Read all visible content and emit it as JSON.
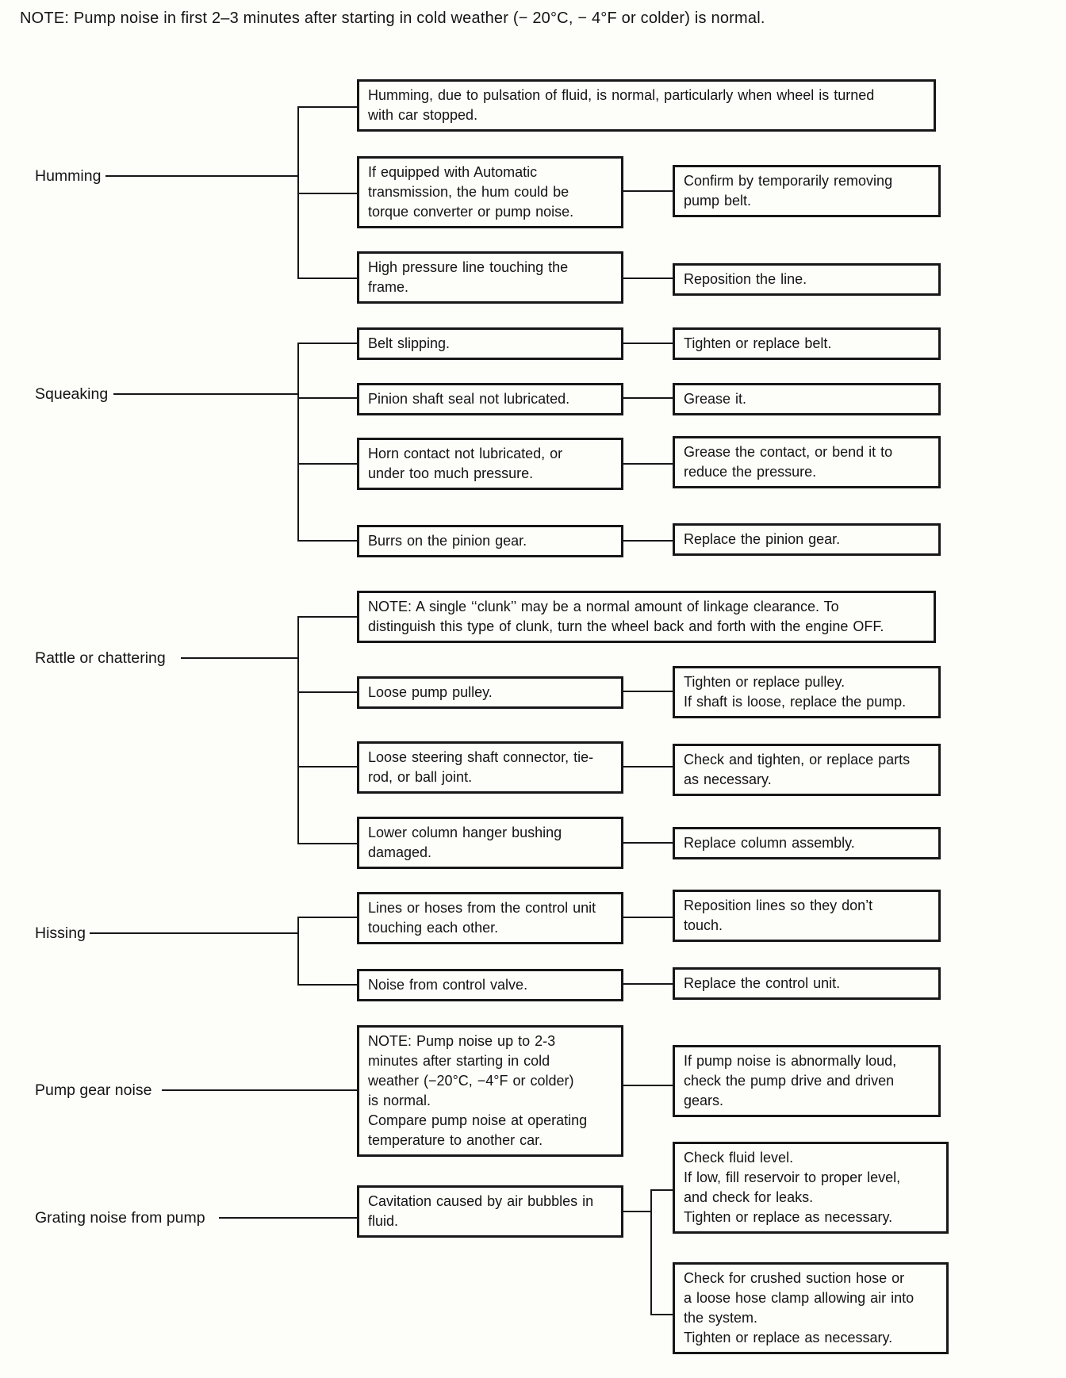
{
  "page": {
    "note": "NOTE:  Pump noise in first 2–3 minutes after starting in cold weather (− 20°C, − 4°F or colder) is normal."
  },
  "sections": [
    {
      "label": "Humming",
      "nodes": [
        {
          "cause": "Humming, due to pulsation of fluid, is normal, particularly when wheel is turned\nwith car stopped."
        },
        {
          "cause": "If equipped with Automatic\ntransmission, the hum could be\ntorque converter or pump noise.",
          "remedy": "Confirm by temporarily removing\npump belt."
        },
        {
          "cause": "High pressure line touching the\nframe.",
          "remedy": "Reposition the line."
        }
      ]
    },
    {
      "label": "Squeaking",
      "nodes": [
        {
          "cause": "Belt slipping.",
          "remedy": "Tighten or replace belt."
        },
        {
          "cause": "Pinion shaft seal not lubricated.",
          "remedy": "Grease it."
        },
        {
          "cause": "Horn contact not lubricated, or\nunder too much pressure.",
          "remedy": "Grease the contact, or bend it to\nreduce the pressure."
        },
        {
          "cause": "Burrs on the pinion gear.",
          "remedy": "Replace the pinion gear."
        }
      ]
    },
    {
      "label": "Rattle or chattering",
      "nodes": [
        {
          "cause": "NOTE: A single ‘‘clunk’’ may be a normal amount of linkage clearance. To\ndistinguish this type of clunk, turn the wheel back and forth with the engine OFF."
        },
        {
          "cause": "Loose pump pulley.",
          "remedy": "Tighten or replace pulley.\nIf shaft is loose, replace the pump."
        },
        {
          "cause": "Loose steering shaft connector, tie-\nrod, or ball joint.",
          "remedy": "Check and tighten, or replace parts\nas necessary."
        },
        {
          "cause": "Lower column hanger bushing\ndamaged.",
          "remedy": "Replace column assembly."
        }
      ]
    },
    {
      "label": "Hissing",
      "nodes": [
        {
          "cause": "Lines or hoses from the control unit\ntouching each other.",
          "remedy": "Reposition lines so they don’t\ntouch."
        },
        {
          "cause": "Noise from control valve.",
          "remedy": "Replace the control unit."
        }
      ]
    },
    {
      "label": "Pump gear noise",
      "nodes": [
        {
          "cause": "NOTE: Pump noise up to 2-3\nminutes after starting in cold\nweather (−20°C, −4°F or colder)\nis normal.\nCompare pump noise at operating\ntemperature to another car.",
          "remedy": "If pump noise is abnormally loud,\ncheck the pump drive and driven\ngears."
        }
      ]
    },
    {
      "label": "Grating noise from pump",
      "nodes": [
        {
          "cause": "Cavitation caused by air bubbles in\nfluid.",
          "remedy": "Check fluid level.\nIf low, fill reservoir to proper level,\nand check for leaks.\nTighten or replace as necessary.",
          "remedy2": "Check for crushed suction hose or\na loose hose clamp allowing air into\nthe system.\nTighten or replace as necessary."
        }
      ]
    }
  ]
}
